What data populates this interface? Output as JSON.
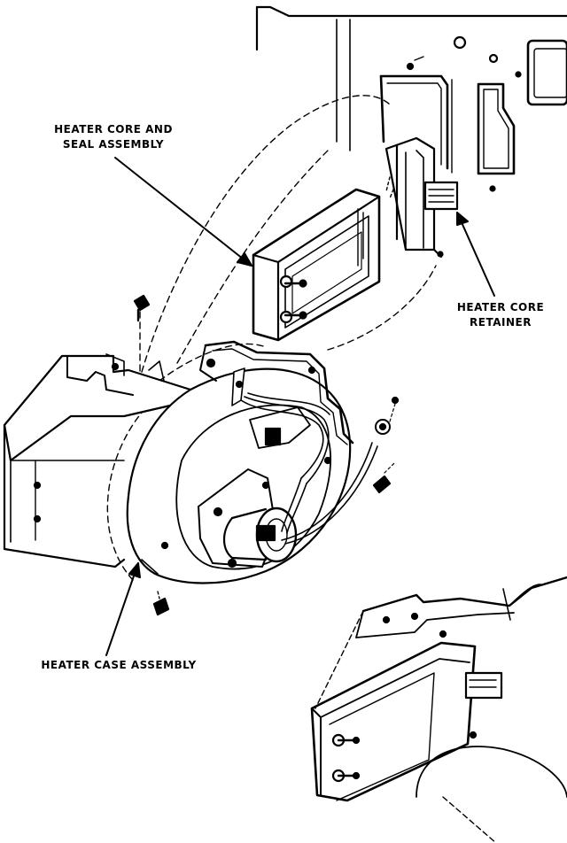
{
  "diagram": {
    "labels": {
      "heater_core_seal": [
        "HEATER CORE AND",
        "SEAL ASSEMBLY"
      ],
      "heater_core_retainer": [
        "HEATER CORE",
        "RETAINER"
      ],
      "heater_case": [
        "HEATER CASE ASSEMBLY"
      ]
    }
  }
}
